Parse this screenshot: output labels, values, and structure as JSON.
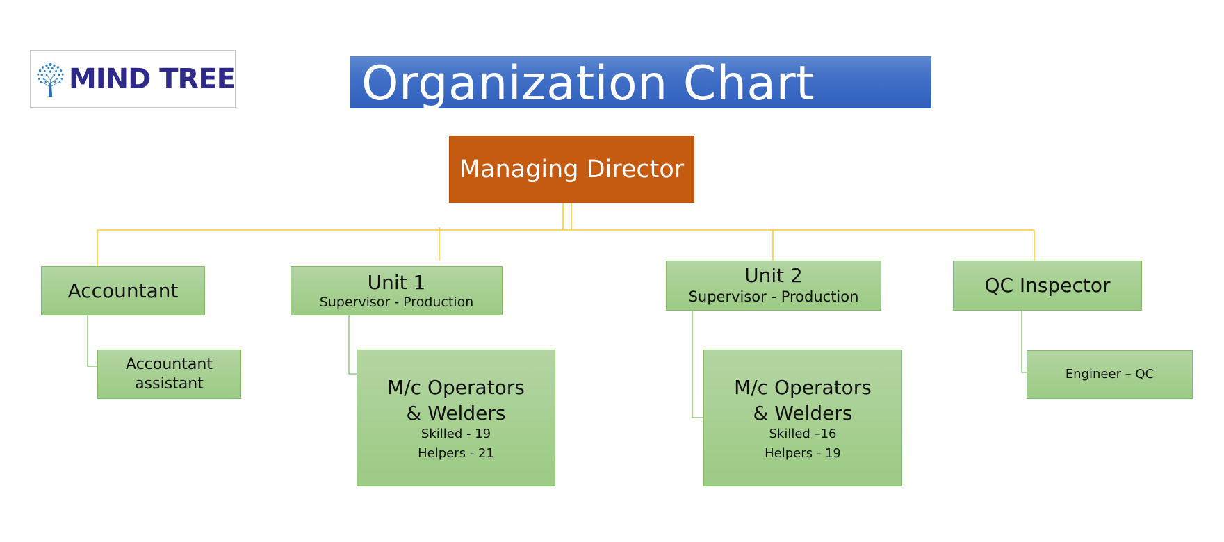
{
  "logo": {
    "text": "MIND TREE",
    "icon": "tree-icon"
  },
  "title": "Organization Chart",
  "colors": {
    "title_banner": "#4472c4",
    "root_box": "#c55a11",
    "node_box": "#a9d18e",
    "node_border": "#70ad47",
    "connector_top": "#ffc000",
    "connector_sub": "#70ad47"
  },
  "org": {
    "root": {
      "label": "Managing Director"
    },
    "accountant": {
      "label": "Accountant",
      "child": {
        "line1": "Accountant",
        "line2": "assistant"
      }
    },
    "unit1": {
      "label": "Unit 1",
      "sublabel": "Supervisor - Production",
      "child": {
        "line1": "M/c Operators",
        "line2": "& Welders",
        "line3": "Skilled - 19",
        "line4": "Helpers - 21"
      }
    },
    "unit2": {
      "label": "Unit  2",
      "sublabel": "Supervisor - Production",
      "child": {
        "line1": "M/c Operators",
        "line2": "& Welders",
        "line3": "Skilled –16",
        "line4": "Helpers - 19"
      }
    },
    "qc": {
      "label": "QC Inspector",
      "child": {
        "label": "Engineer – QC"
      }
    }
  }
}
